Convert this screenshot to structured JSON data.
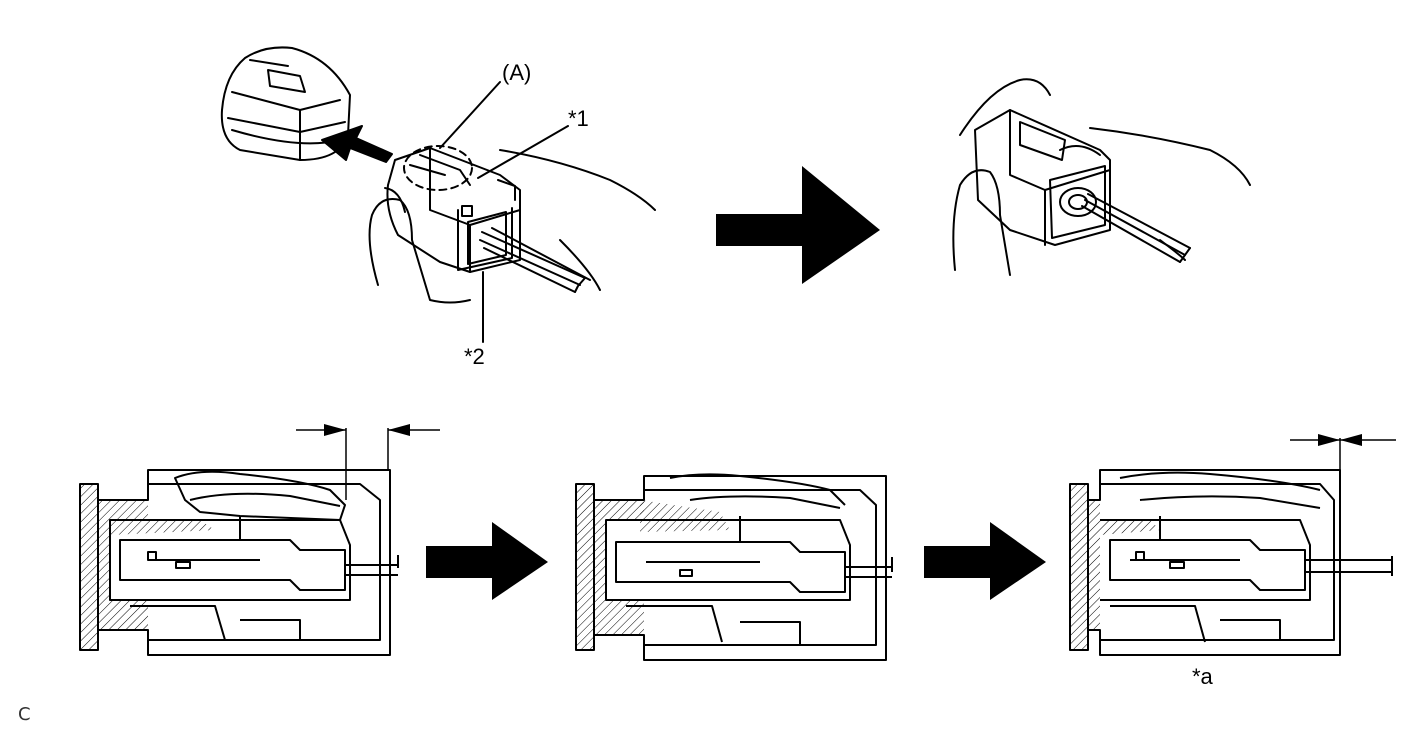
{
  "labels": {
    "a_paren": "(A)",
    "star1": "*1",
    "star2": "*2",
    "star_a": "*a",
    "fig_code": "C"
  },
  "colors": {
    "ink": "#000000",
    "paper": "#ffffff"
  },
  "icons": [
    "arrow-right-icon",
    "push-arrow-icon",
    "dimension-arrow-icon"
  ]
}
